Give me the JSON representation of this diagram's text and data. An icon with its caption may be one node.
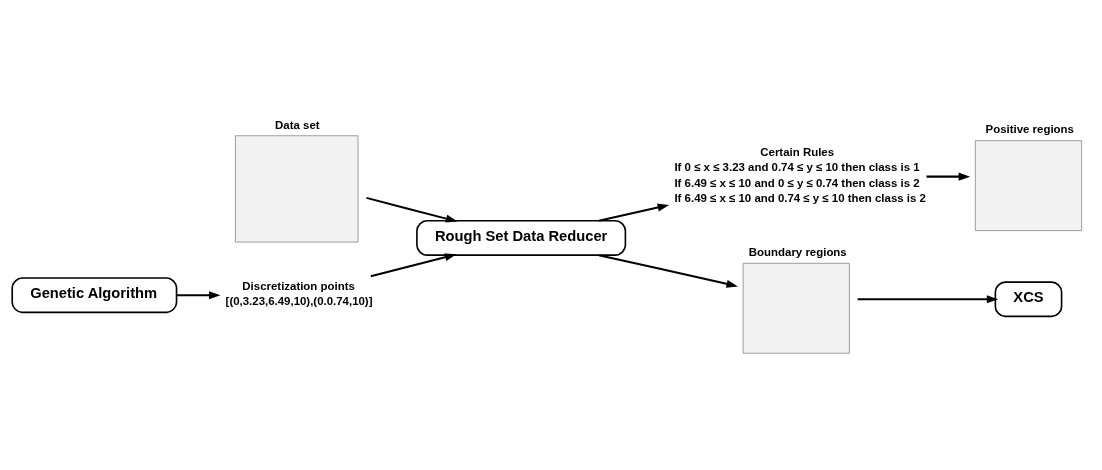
{
  "diagram": {
    "nodes": [
      {
        "text": [
          "Data set"
        ]
      },
      {
        "text": [
          "Rough Set Data Reducer"
        ]
      },
      {
        "text": [
          "Certain Rules",
          "If 0 ≤ x ≤ 3.23 and 0.74 ≤ y ≤ 10 then class is 1",
          "If 6.49 ≤ x ≤ 10 and 0 ≤ y ≤ 0.74 then class is 2",
          "If 6.49 ≤ x ≤ 10 and 0.74 ≤ y ≤ 10 then class is 2"
        ]
      },
      {
        "text": [
          "Positive regions"
        ]
      },
      {
        "text": [
          "Boundary regions"
        ]
      },
      {
        "text": [
          "Genetic Algorithm"
        ]
      },
      {
        "text": [
          "Discretization points",
          "[(0,3.23,6.49,10),(0.0.74,10)]"
        ]
      },
      {
        "text": [
          "XCS"
        ]
      }
    ],
    "edges": [
      {
        "from": 0,
        "to": 1,
        "arrow": "to"
      },
      {
        "from": 1,
        "to": 2,
        "arrow": "to"
      },
      {
        "from": 2,
        "to": 3,
        "arrow": "to"
      },
      {
        "from": 1,
        "to": 4,
        "arrow": "to"
      },
      {
        "from": 5,
        "to": 6,
        "arrow": "to"
      },
      {
        "from": 6,
        "to": 1,
        "arrow": "to"
      },
      {
        "from": 4,
        "to": 7,
        "arrow": "to"
      }
    ]
  }
}
